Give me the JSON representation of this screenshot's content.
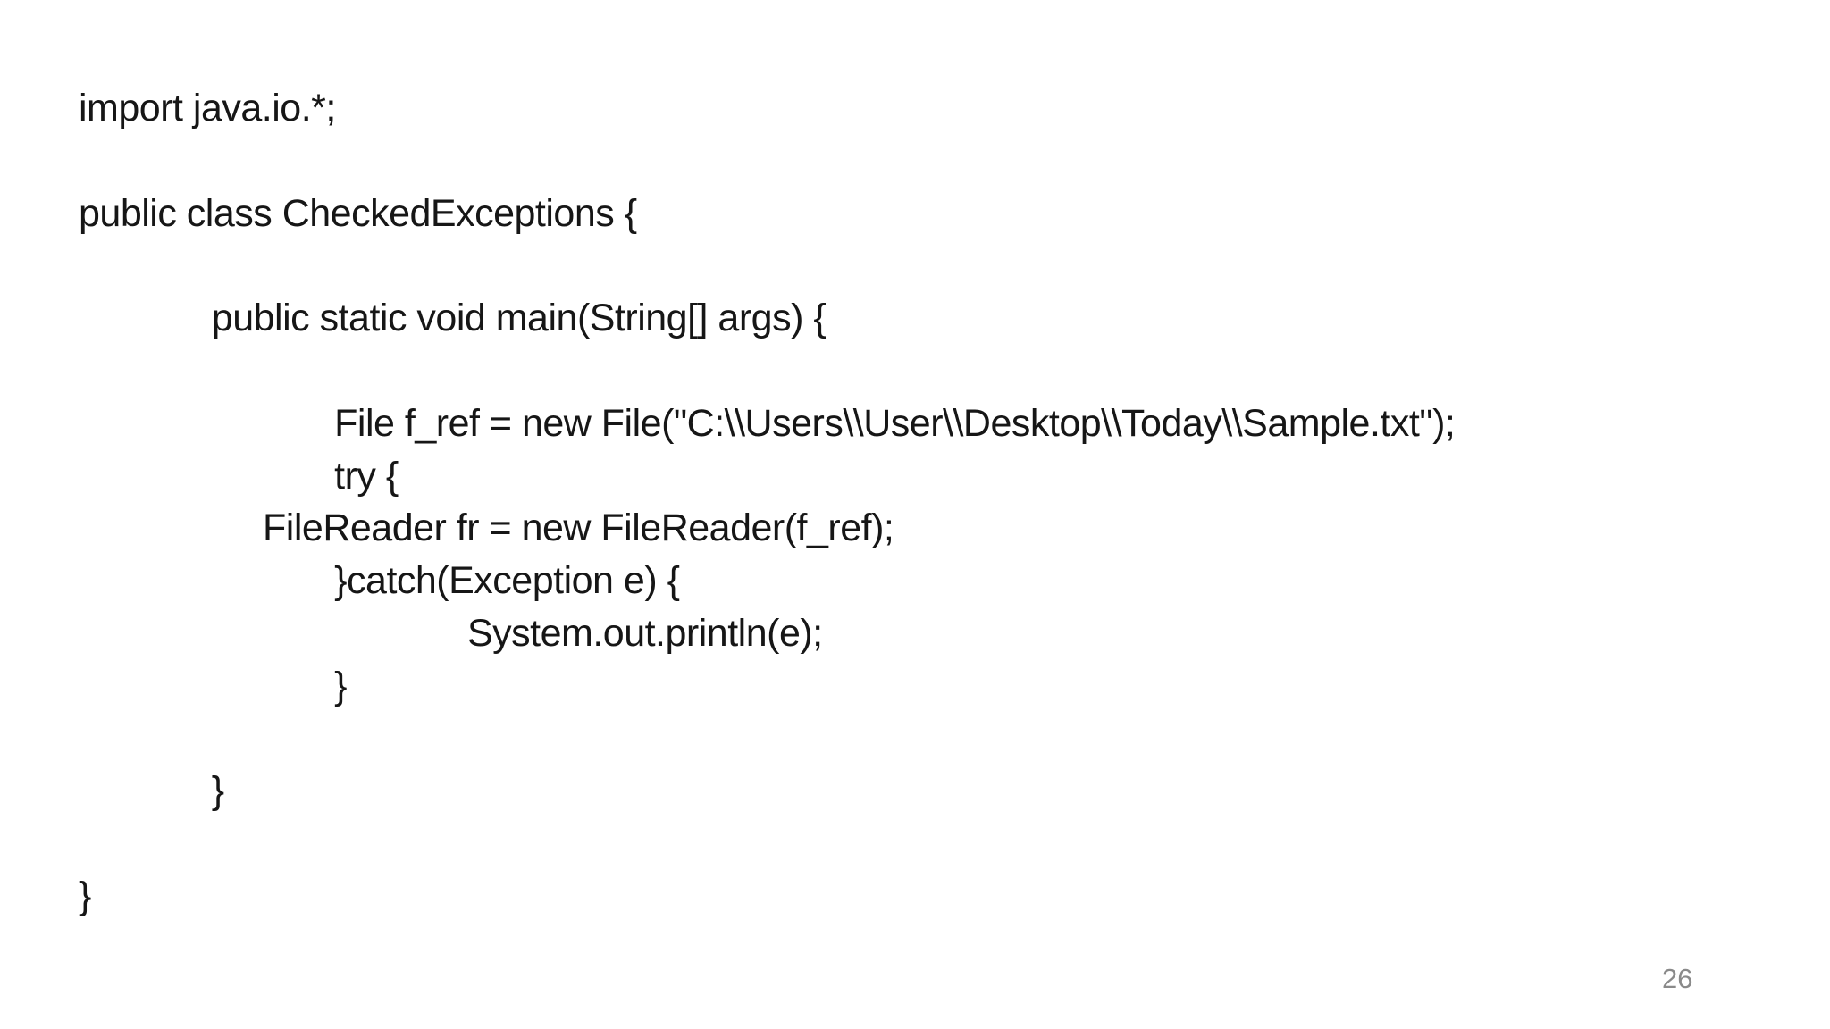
{
  "slide": {
    "language": "java",
    "code": {
      "lines": [
        "import java.io.*;",
        "",
        "public class CheckedExceptions {",
        "",
        "             public static void main(String[] args) {",
        "",
        "                         File f_ref = new File(\"C:\\\\Users\\\\User\\\\Desktop\\\\Today\\\\Sample.txt\");",
        "                         try {",
        "                  FileReader fr = new FileReader(f_ref);",
        "                         }catch(Exception e) {",
        "                                      System.out.println(e);",
        "                         }",
        "",
        "             }",
        "",
        "}"
      ]
    },
    "footer": {
      "page_number": "26"
    },
    "colors": {
      "background": "#ffffff",
      "code_text": "#161616",
      "page_number_text": "#8a8a8a"
    }
  }
}
